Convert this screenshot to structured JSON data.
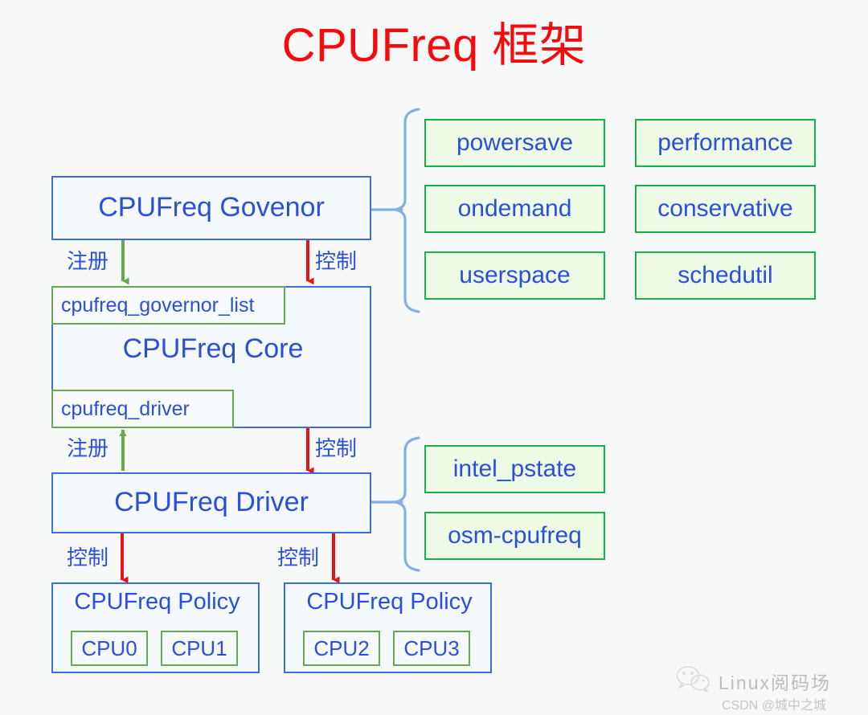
{
  "title": "CPUFreq 框架",
  "colors": {
    "title": "#f40c0c",
    "box_border_blue": "#3b6fd4",
    "box_fill_blue": "#f4f9fe",
    "text_blue": "#2b4fd8",
    "chip_border_green": "#18b04e",
    "chip_fill_green": "#edfbe6",
    "inner_border_green": "#6aa84f",
    "arrow_register": "#6aa84f",
    "arrow_control": "#ee1111",
    "brace": "#86aee0",
    "background": "#f7f8f8"
  },
  "blocks": {
    "governor": {
      "label": "CPUFreq Govenor"
    },
    "core": {
      "label": "CPUFreq Core",
      "governor_list": "cpufreq_governor_list",
      "driver_list": "cpufreq_driver"
    },
    "driver": {
      "label": "CPUFreq Driver"
    },
    "policies": [
      {
        "label": "CPUFreq Policy",
        "cpus": [
          "CPU0",
          "CPU1"
        ]
      },
      {
        "label": "CPUFreq Policy",
        "cpus": [
          "CPU2",
          "CPU3"
        ]
      }
    ]
  },
  "governors": [
    "powersave",
    "performance",
    "ondemand",
    "conservative",
    "userspace",
    "schedutil"
  ],
  "drivers": [
    "intel_pstate",
    "osm-cpufreq"
  ],
  "arrows": {
    "governor_register": "注册",
    "governor_control": "控制",
    "driver_register": "注册",
    "driver_control": "控制",
    "policy_control_left": "控制",
    "policy_control_right": "控制"
  },
  "watermark": {
    "name": "Linux阅码场",
    "credit": "CSDN @城中之城",
    "icon": "wechat-icon"
  }
}
